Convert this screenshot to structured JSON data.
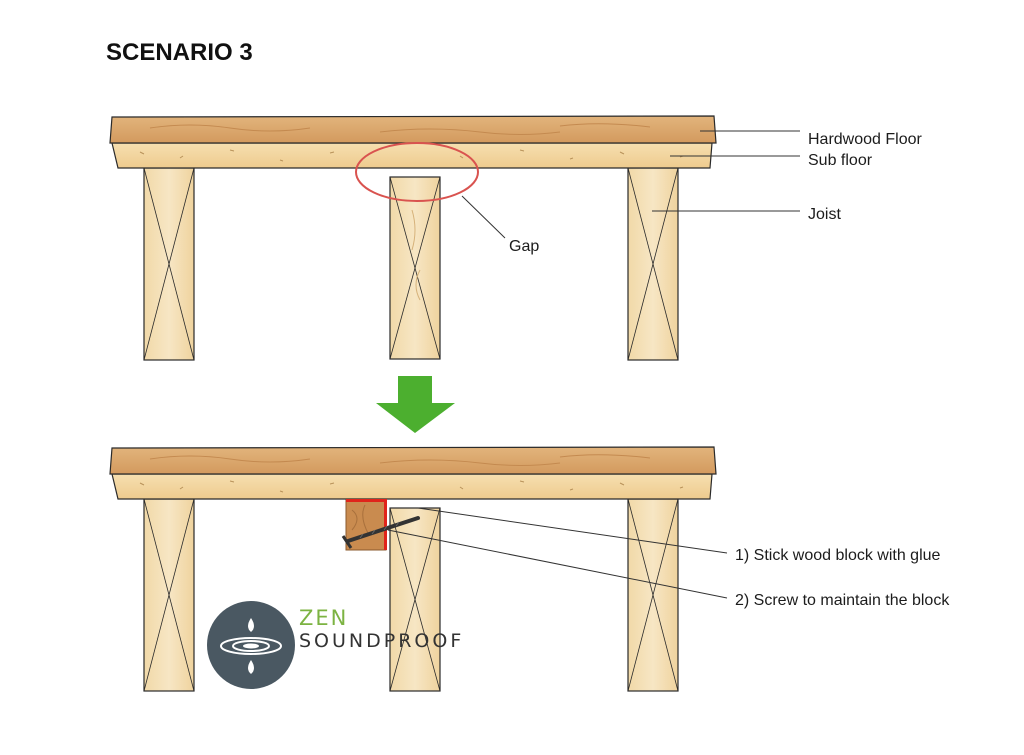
{
  "title": "SCENARIO 3",
  "labels": {
    "hardwood_floor": "Hardwood Floor",
    "sub_floor": "Sub floor",
    "joist": "Joist",
    "gap": "Gap",
    "step1": "1) Stick wood block with glue",
    "step2": "2) Screw to maintain the block"
  },
  "logo": {
    "line1": "ZEN",
    "line2": "SOUNDPROOF"
  },
  "colors": {
    "hardwood": "#d9a46a",
    "subfloor": "#f3d6a0",
    "joist": "#f4dfb6",
    "outline": "#2a2a2a",
    "gap_circle": "#d9534f",
    "arrow": "#4caf2f",
    "glue": "#e0241b",
    "block": "#c98b4f",
    "logo_circle": "#4a5862",
    "logo_green": "#7cb342"
  }
}
